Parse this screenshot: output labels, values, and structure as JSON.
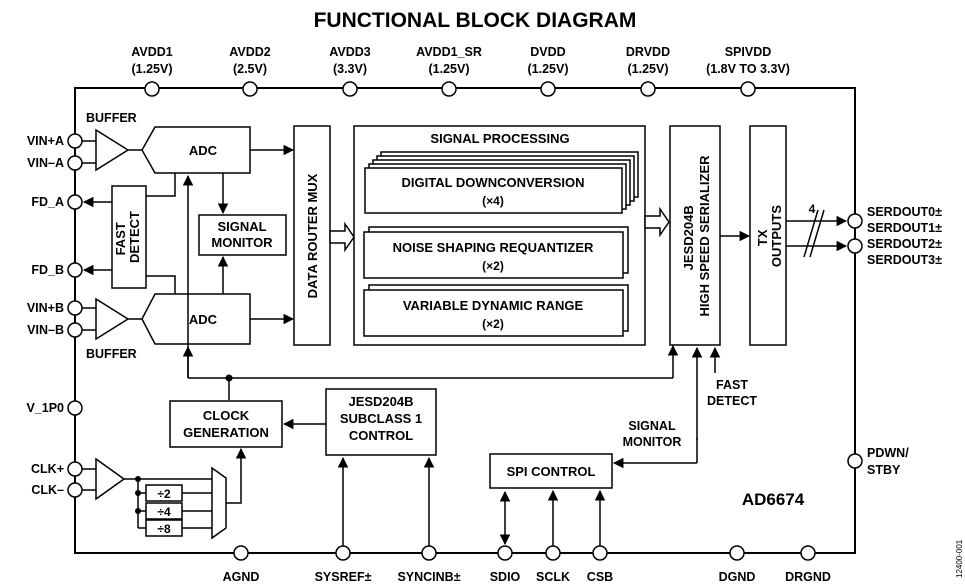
{
  "title": "FUNCTIONAL BLOCK DIAGRAM",
  "supply_pins": [
    {
      "name": "AVDD1",
      "voltage": "(1.25V)"
    },
    {
      "name": "AVDD2",
      "voltage": "(2.5V)"
    },
    {
      "name": "AVDD3",
      "voltage": "(3.3V)"
    },
    {
      "name": "AVDD1_SR",
      "voltage": "(1.25V)"
    },
    {
      "name": "DVDD",
      "voltage": "(1.25V)"
    },
    {
      "name": "DRVDD",
      "voltage": "(1.25V)"
    },
    {
      "name": "SPIVDD",
      "voltage": "(1.8V TO 3.3V)"
    }
  ],
  "left_pins": [
    "VIN+A",
    "VIN–A",
    "FD_A",
    "FD_B",
    "VIN+B",
    "VIN–B",
    "V_1P0",
    "CLK+",
    "CLK–"
  ],
  "bottom_pins": [
    "AGND",
    "SYSREF±",
    "SYNCINB±",
    "SDIO",
    "SCLK",
    "CSB",
    "DGND",
    "DRGND"
  ],
  "right_pins": {
    "serdout": [
      "SERDOUT0±",
      "SERDOUT1±",
      "SERDOUT2±",
      "SERDOUT3±"
    ],
    "pdwn": [
      "PDWN/",
      "STBY"
    ]
  },
  "blocks": {
    "buffer_a": "BUFFER",
    "buffer_b": "BUFFER",
    "adc_a": "ADC",
    "adc_b": "ADC",
    "fast_detect": [
      "FAST",
      "DETECT"
    ],
    "signal_monitor": [
      "SIGNAL",
      "MONITOR"
    ],
    "data_router_mux": "DATA ROUTER MUX",
    "signal_processing": "SIGNAL PROCESSING",
    "ddc": [
      "DIGITAL DOWNCONVERSION",
      "(×4)"
    ],
    "nsr": [
      "NOISE SHAPING REQUANTIZER",
      "(×2)"
    ],
    "vdr": [
      "VARIABLE DYNAMIC RANGE",
      "(×2)"
    ],
    "serializer": [
      "JESD204B",
      "HIGH SPEED SERIALIZER"
    ],
    "tx_outputs": [
      "TX",
      "OUTPUTS"
    ],
    "clock_generation": [
      "CLOCK",
      "GENERATION"
    ],
    "jesd_control": [
      "JESD204B",
      "SUBCLASS 1",
      "CONTROL"
    ],
    "spi_control": "SPI CONTROL",
    "dividers": [
      "÷2",
      "÷4",
      "÷8"
    ]
  },
  "labels": {
    "lane_count": "4",
    "fast_detect_in": [
      "FAST",
      "DETECT"
    ],
    "signal_monitor_in": [
      "SIGNAL",
      "MONITOR"
    ],
    "part_number": "AD6674",
    "figure_id": "12400-001"
  }
}
